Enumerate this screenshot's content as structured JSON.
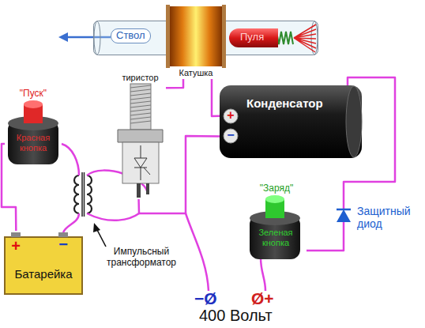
{
  "diagram": {
    "nodes": [
      {
        "text": [
          "Ствол"
        ]
      },
      {
        "text": [
          "Пуля"
        ],
        "in": 0
      },
      {
        "text": [
          "Катушка"
        ]
      },
      {
        "text": [
          "тиристор"
        ]
      },
      {
        "text": [
          "Конденсатор",
          "+",
          "−"
        ]
      },
      {
        "text": [
          "\"Пуск\"",
          "Красная кнопка"
        ]
      },
      {
        "text": [
          "+",
          "−",
          "Батарейка"
        ]
      },
      {
        "text": [
          "\"Заряд\"",
          "Зеленая кнопка"
        ]
      },
      {
        "text": [
          "Защитный диод"
        ]
      }
    ],
    "edges": [
      {
        "from": 2,
        "to": 3,
        "arrow": "none"
      },
      {
        "from": 2,
        "to": 4,
        "arrow": "none"
      },
      {
        "from": 4,
        "to": 8,
        "arrow": "none"
      },
      {
        "from": 8,
        "to": 7,
        "arrow": "none"
      },
      {
        "from": 4,
        "to": 3,
        "arrow": "none"
      },
      {
        "from": 5,
        "to": 6,
        "arrow": "none"
      }
    ],
    "labels": [
      "Импульсный трансформатор",
      "−Ø",
      "Ø+",
      "400 Вольт"
    ]
  }
}
